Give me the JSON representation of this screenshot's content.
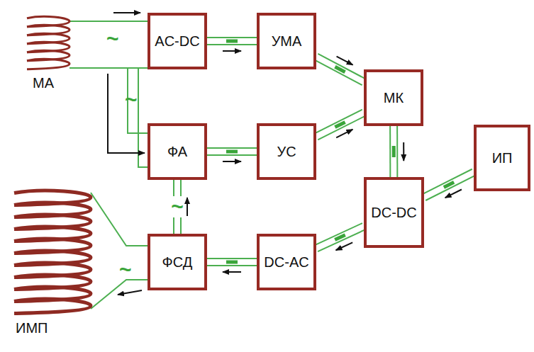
{
  "diagram": {
    "nodes": [
      {
        "text": [
          "AC-DC"
        ]
      },
      {
        "text": [
          "УМА"
        ]
      },
      {
        "text": [
          "МК"
        ]
      },
      {
        "text": [
          "ФА"
        ]
      },
      {
        "text": [
          "УС"
        ]
      },
      {
        "text": [
          "ИП"
        ]
      },
      {
        "text": [
          "DC-DC"
        ]
      },
      {
        "text": [
          "ФСД"
        ]
      },
      {
        "text": [
          "DC-AC"
        ]
      }
    ],
    "edges": [
      {
        "from": 0,
        "to": 1,
        "arrow": "to"
      },
      {
        "from": 1,
        "to": 2,
        "arrow": "to"
      },
      {
        "from": 3,
        "to": 4,
        "arrow": "to"
      },
      {
        "from": 4,
        "to": 2,
        "arrow": "to"
      },
      {
        "from": 2,
        "to": 6,
        "arrow": "to"
      },
      {
        "from": 5,
        "to": 6,
        "arrow": "to"
      },
      {
        "from": 6,
        "to": 8,
        "arrow": "to"
      },
      {
        "from": 8,
        "to": 7,
        "arrow": "to"
      },
      {
        "from": 7,
        "to": 3,
        "label": "~",
        "arrow": "to"
      }
    ],
    "labels": [
      "МА",
      "~",
      "~",
      "ИМП",
      "~"
    ]
  }
}
